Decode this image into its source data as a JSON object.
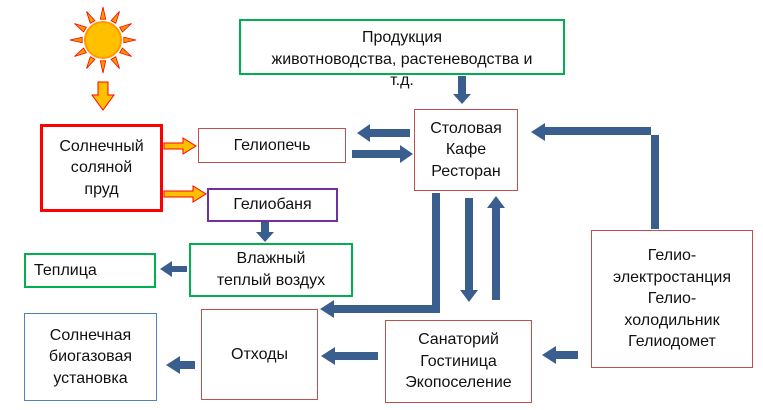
{
  "colors": {
    "red_border": "#c0504d",
    "bright_red_border": "#ff0000",
    "green_border": "#00b050",
    "purple_border": "#7030a0",
    "blue_border": "#4f81bd",
    "arrow_blue": "#3a5f8f",
    "sun_yellow": "#ffc000",
    "sun_orange": "#ff9900",
    "sun_core_red": "#ff0000"
  },
  "icons": {
    "sun": "sun-icon",
    "orange_arrows": "orange-arrow-icon"
  },
  "nodes": {
    "production": "Продукция\nживотноводства, растеневодства и\nт.д.",
    "canteen": "Столовая\nКафе\nРесторан",
    "solar_pond": "Солнечный\nсоляной\nпруд",
    "solar_oven": "Гелиопечь",
    "solar_bath": "Гелиобаня",
    "humid_air": "Влажный\nтеплый воздух",
    "greenhouse": "Теплица",
    "waste": "Отходы",
    "biogas": "Солнечная\nбиогазовая\nустановка",
    "sanatorium": "Санаторий\nГостиница\nЭкопоселение",
    "helio_station": "Гелио-\nэлектростанция\nГелио-\nхолодильник\nГелиодомет"
  }
}
